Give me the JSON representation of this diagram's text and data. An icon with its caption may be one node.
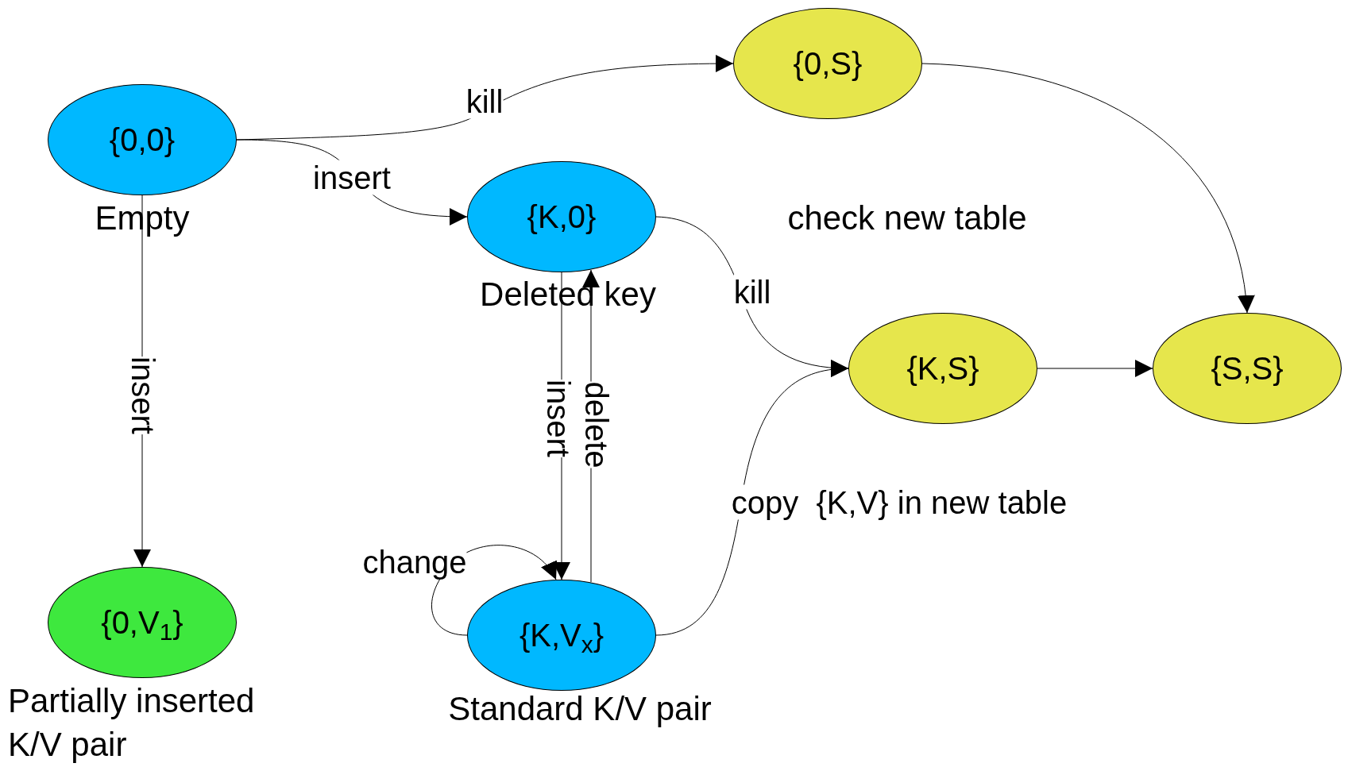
{
  "diagram": {
    "nodes": [
      {
        "text": [
          "{0,0}"
        ],
        "beside": [
          "Empty"
        ]
      },
      {
        "text": [
          "{0,S}"
        ]
      },
      {
        "text": [
          "{K,0}"
        ],
        "beside": [
          "Deleted key"
        ]
      },
      {
        "text": [
          "{K,S}"
        ]
      },
      {
        "text": [
          "{S,S}"
        ]
      },
      {
        "text": [
          "{0,V$_{1}$}"
        ],
        "beside": [
          "Partially inserted K/V pair"
        ]
      },
      {
        "text": [
          "{K,V$_{x}$}"
        ],
        "beside": [
          "Standard K/V pair"
        ]
      }
    ],
    "edges": [
      {
        "from": 0,
        "to": 1,
        "arrow": "to",
        "label": "kill"
      },
      {
        "from": 0,
        "to": 2,
        "arrow": "to",
        "label": "insert"
      },
      {
        "from": 0,
        "to": 5,
        "arrow": "to",
        "label": "insert"
      },
      {
        "from": 2,
        "to": 6,
        "arrow": "to",
        "label": "insert"
      },
      {
        "from": 6,
        "to": 2,
        "arrow": "to",
        "label": "delete"
      },
      {
        "from": 6,
        "to": 6,
        "arrow": "to",
        "label": "change"
      },
      {
        "from": 2,
        "to": 3,
        "arrow": "to",
        "label": "kill"
      },
      {
        "from": 6,
        "to": 3,
        "arrow": "to",
        "label": "copy  {K,V} in new table"
      },
      {
        "from": 1,
        "to": 4,
        "arrow": "to"
      },
      {
        "from": 3,
        "to": 4,
        "arrow": "to"
      }
    ],
    "labels": [
      "check new table"
    ]
  }
}
